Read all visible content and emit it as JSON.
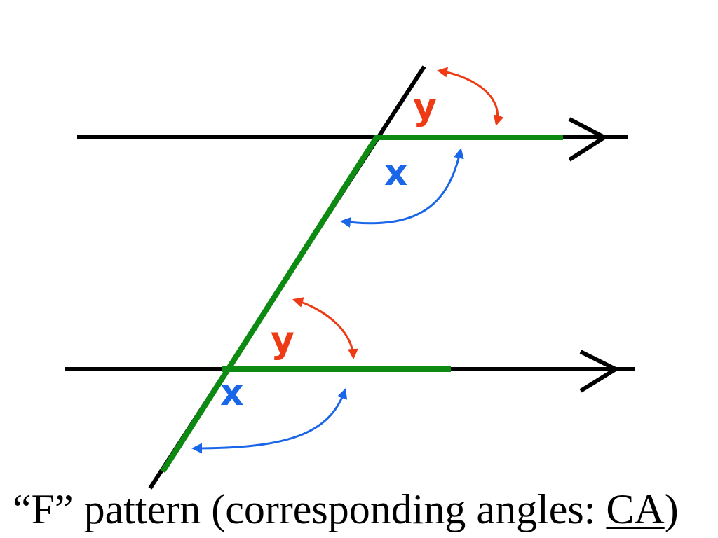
{
  "labels": {
    "angle_x": "x",
    "angle_y": "y"
  },
  "caption": {
    "prefix": "“F”  pattern (corresponding angles: ",
    "abbr": "CA",
    "suffix": ")"
  },
  "colors": {
    "line": "#000000",
    "highlight": "#0d8a12",
    "angle_x": "#1a66e8",
    "angle_y": "#ee3a15"
  }
}
